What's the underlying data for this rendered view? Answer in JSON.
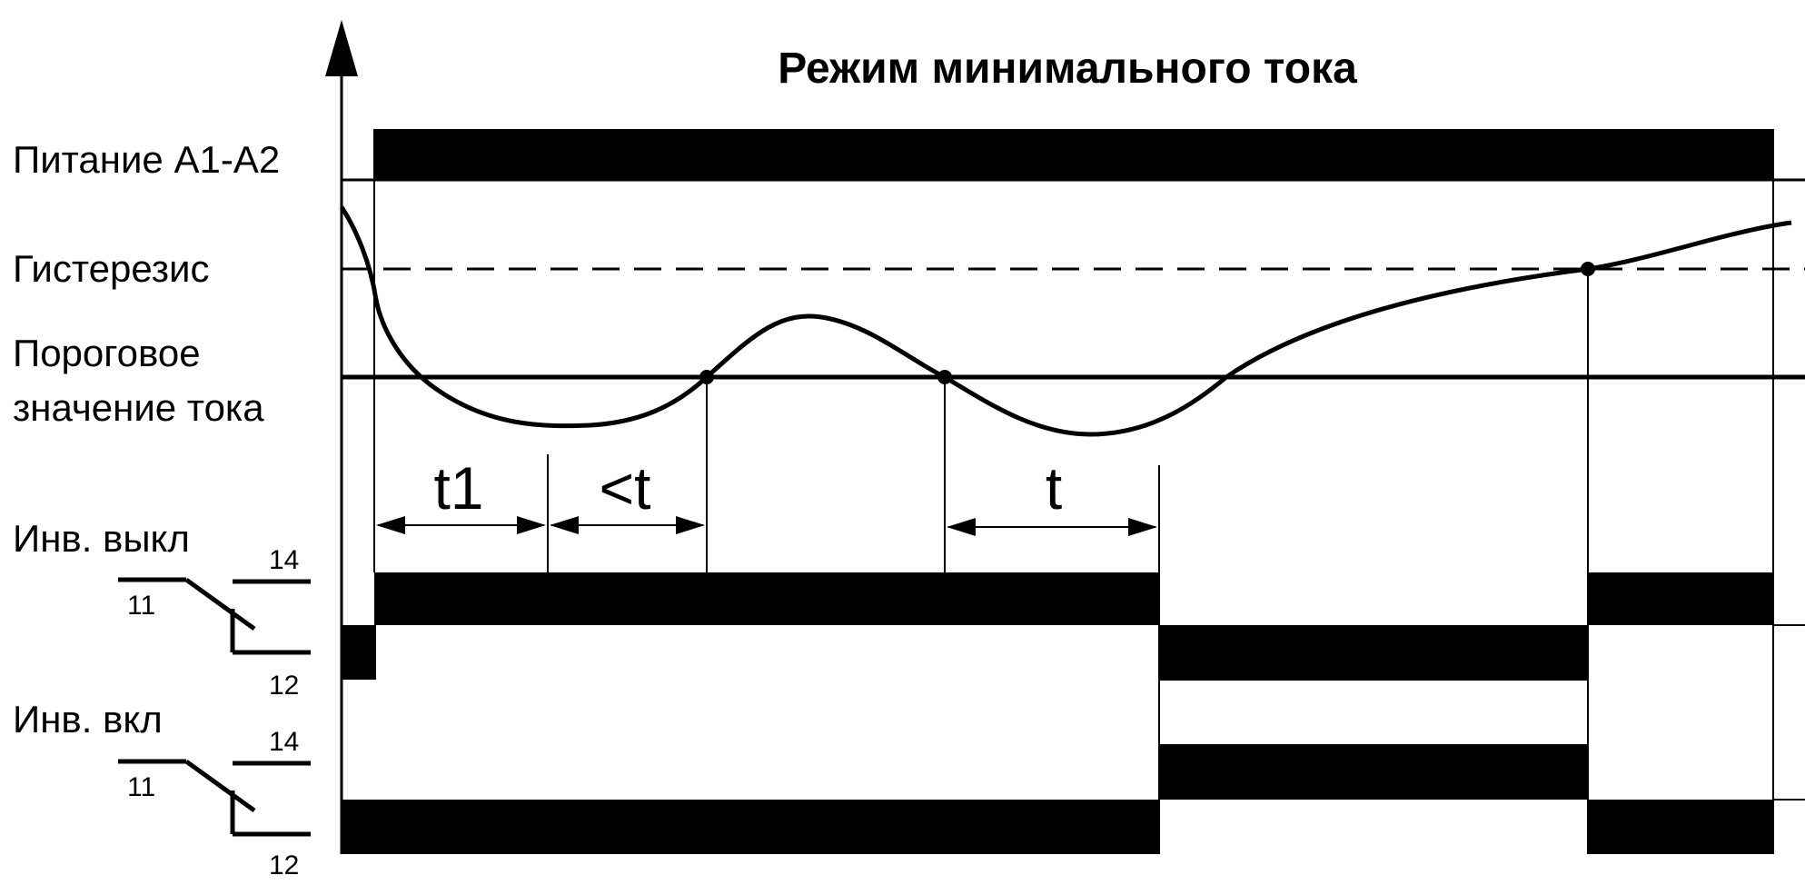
{
  "title": "Режим минимального тока",
  "rows": {
    "power": "Питание А1-А2",
    "hysteresis": "Гистерезис",
    "threshold_line1": "Пороговое",
    "threshold_line2": "значение тока",
    "inv_off": "Инв. выкл",
    "inv_on": "Инв. вкл"
  },
  "contacts": {
    "inv_off": {
      "c14": "14",
      "c11": "11",
      "c12": "12"
    },
    "inv_on": {
      "c14": "14",
      "c11": "11",
      "c12": "12"
    }
  },
  "intervals": {
    "t1": "t1",
    "lt": "<t",
    "t": "t"
  },
  "colors": {
    "ink": "#000000",
    "background": "#ffffff"
  }
}
